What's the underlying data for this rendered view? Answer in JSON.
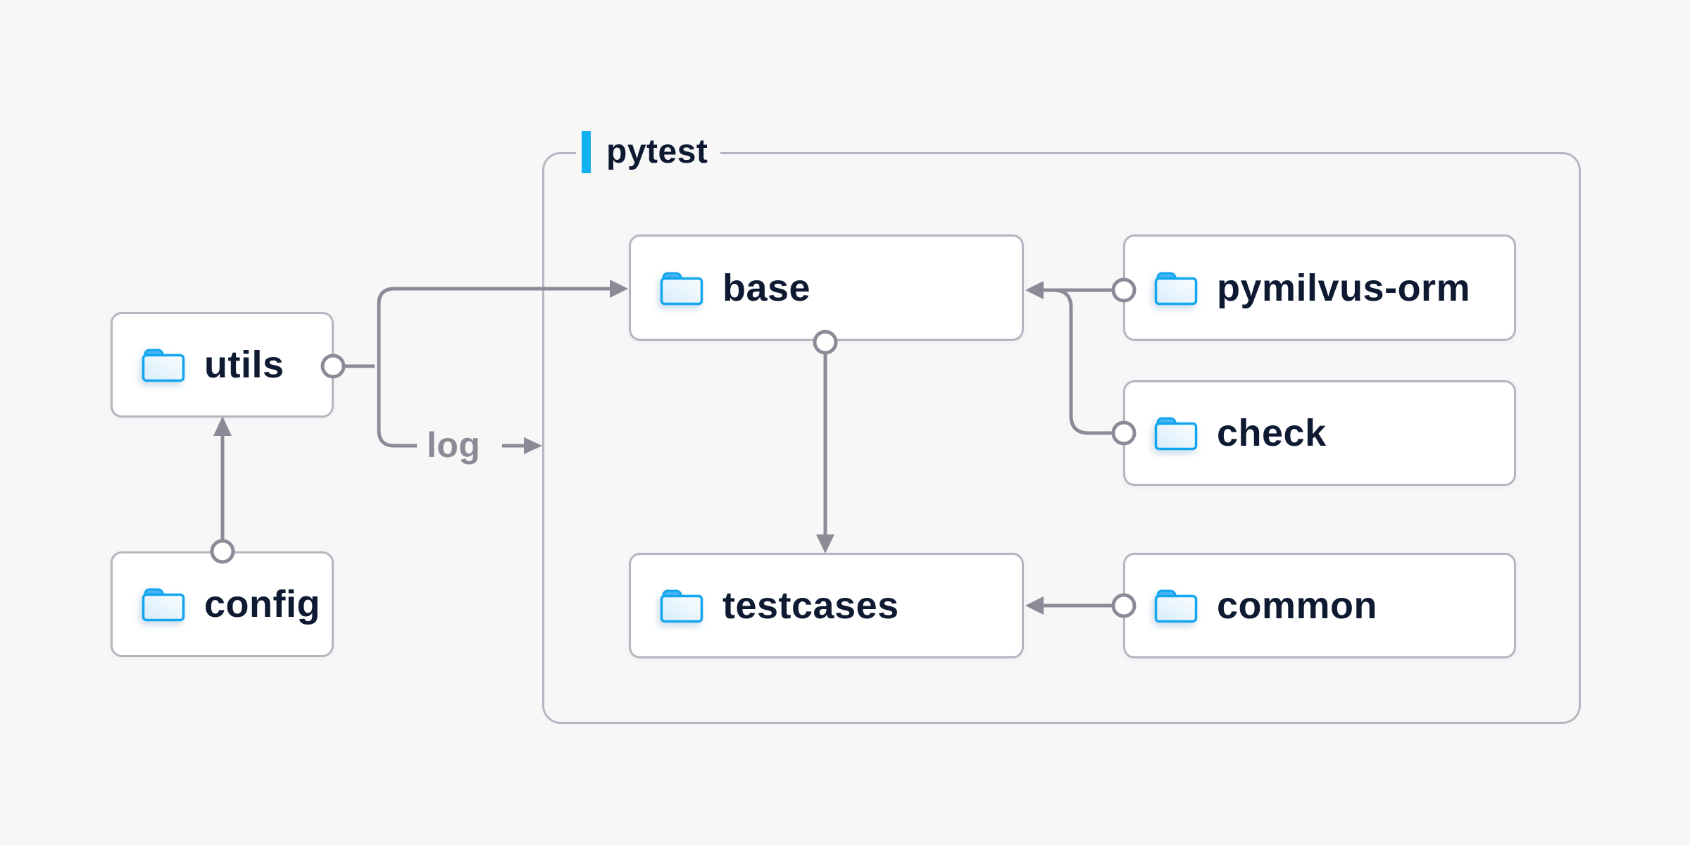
{
  "diagram": {
    "title_group": {
      "label": "pytest"
    },
    "nodes": {
      "utils": {
        "label": "utils"
      },
      "config": {
        "label": "config"
      },
      "base": {
        "label": "base"
      },
      "pymilvus_orm": {
        "label": "pymilvus-orm"
      },
      "check": {
        "label": "check"
      },
      "testcases": {
        "label": "testcases"
      },
      "common": {
        "label": "common"
      }
    },
    "edges": {
      "log_label": "log",
      "list": [
        {
          "from": "config",
          "to": "utils",
          "type": "arrow"
        },
        {
          "from": "utils",
          "to": "base",
          "type": "arrow"
        },
        {
          "from": "utils",
          "to": "pytest-group",
          "type": "arrow",
          "label": "log"
        },
        {
          "from": "pymilvus-orm",
          "to": "base",
          "type": "arrow"
        },
        {
          "from": "check",
          "to": "base",
          "type": "arrow"
        },
        {
          "from": "base",
          "to": "testcases",
          "type": "arrow"
        },
        {
          "from": "common",
          "to": "testcases",
          "type": "arrow"
        }
      ]
    },
    "icons": {
      "node_icon": "folder-icon"
    },
    "colors": {
      "background": "#f7f7f8",
      "node_fill": "#ffffff",
      "node_border": "#b5b5bf",
      "group_border": "#b6b6c2",
      "connector_gray": "#8b8b97",
      "label_navy": "#0e1a32",
      "edge_label_gray": "#8b8b97",
      "accent_cyan": "#12b0f1",
      "folder_stroke": "#12a6ef",
      "folder_tab": "#45b4f2",
      "folder_fill_light": "#fbfdff",
      "folder_fill_dark": "#d6ecfb"
    }
  }
}
